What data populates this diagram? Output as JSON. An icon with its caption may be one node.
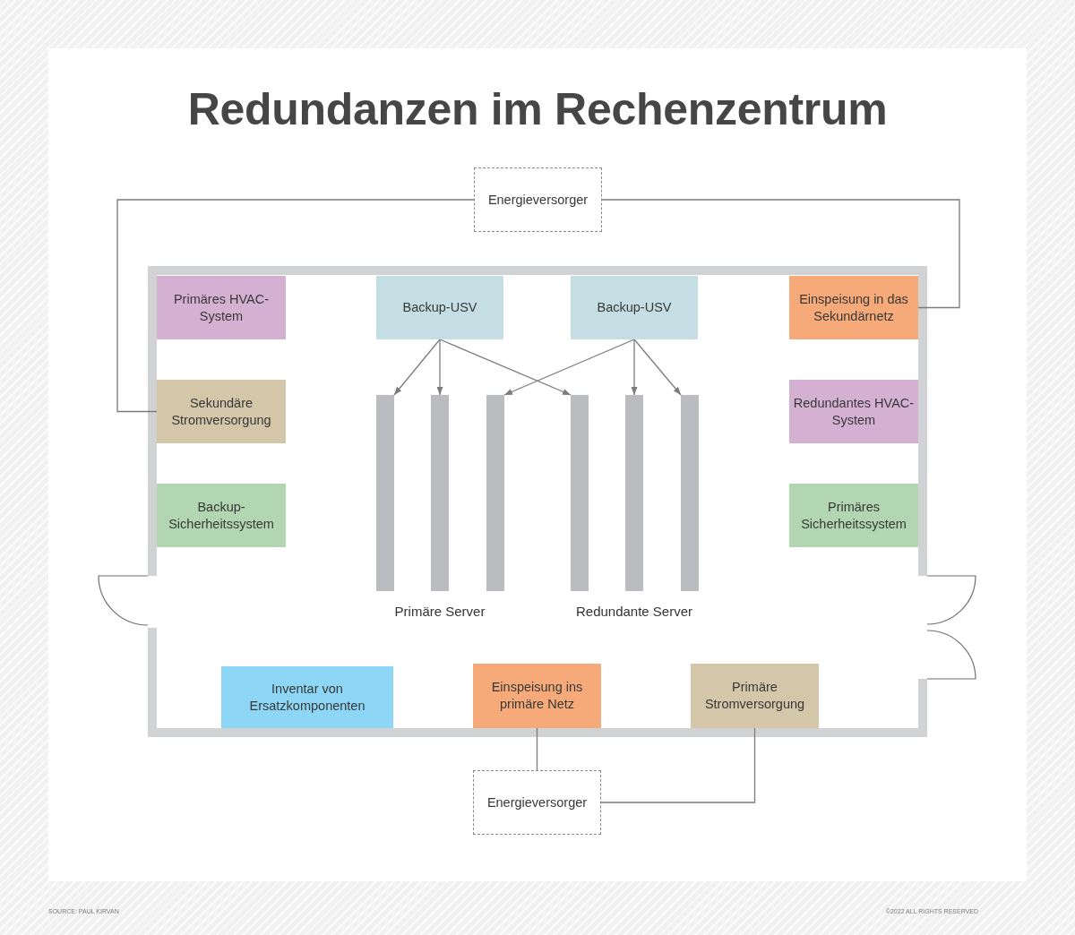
{
  "diagram": {
    "title": "Redundanzen im Rechenzentrum",
    "nodes": [
      {
        "text": [
          "Energieversorger"
        ]
      },
      {
        "text": [],
        "shape": "box"
      },
      {
        "text": [
          "Primäres HVAC-System"
        ],
        "in": 1
      },
      {
        "text": [
          "Backup-USV"
        ],
        "in": 1
      },
      {
        "text": [
          "Backup-USV"
        ],
        "in": 1
      },
      {
        "text": [
          "Einspeisung in das Sekundärnetz"
        ],
        "in": 1
      },
      {
        "text": [
          "Sekundäre Stromversorgung"
        ],
        "in": 1
      },
      {
        "text": [
          "Redundantes HVAC-System"
        ],
        "in": 1
      },
      {
        "text": [],
        "shape": "bar",
        "in": 1
      },
      {
        "text": [],
        "shape": "bar",
        "in": 1
      },
      {
        "text": [],
        "shape": "bar",
        "in": 1
      },
      {
        "text": [],
        "shape": "bar",
        "in": 1
      },
      {
        "text": [],
        "shape": "bar",
        "in": 1
      },
      {
        "text": [],
        "shape": "bar",
        "in": 1
      },
      {
        "text": [
          "Backup-Sicherheitssystem"
        ],
        "in": 1
      },
      {
        "text": [
          "Primäres Sicherheitssystem"
        ],
        "in": 1
      },
      {
        "text": [
          "Inventar von Ersatzkomponenten"
        ],
        "in": 1
      },
      {
        "text": [
          "Einspeisung ins primäre Netz"
        ],
        "in": 1
      },
      {
        "text": [
          "Primäre Stromversorgung"
        ],
        "in": 1
      },
      {
        "text": [
          "Energieversorger"
        ]
      }
    ],
    "edges": [
      {
        "from": 0,
        "to": 6,
        "arrow": "none"
      },
      {
        "from": 0,
        "to": 5,
        "arrow": "none"
      },
      {
        "from": 3,
        "to": 8,
        "arrow": "to"
      },
      {
        "from": 3,
        "to": 9,
        "arrow": "to"
      },
      {
        "from": 3,
        "to": 11,
        "arrow": "to"
      },
      {
        "from": 4,
        "to": 10,
        "arrow": "to"
      },
      {
        "from": 4,
        "to": 12,
        "arrow": "to"
      },
      {
        "from": 4,
        "to": 13,
        "arrow": "to"
      },
      {
        "from": 19,
        "to": 17,
        "arrow": "none"
      },
      {
        "from": 19,
        "to": 18,
        "arrow": "none"
      }
    ],
    "labels": [
      "Primäre Server",
      "Redundante Server",
      "SOURCE: PAUL KIRVAN",
      "©2022 ALL RIGHTS RESERVED"
    ]
  }
}
